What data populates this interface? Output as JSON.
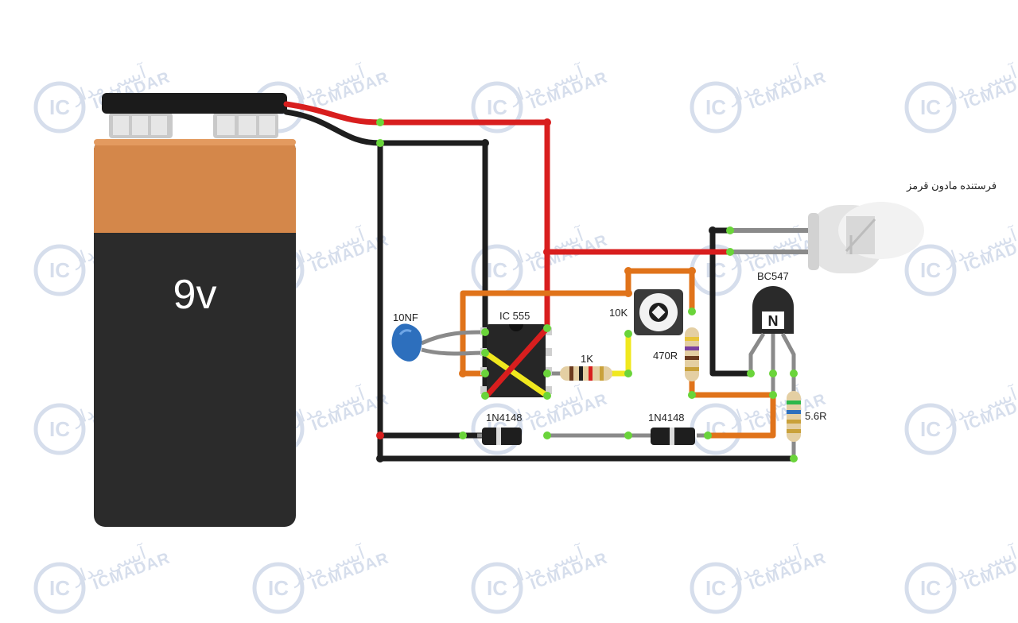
{
  "battery": {
    "voltage_label": "9v"
  },
  "labels": {
    "ic": "IC 555",
    "capacitor": "10NF",
    "resistor_1k": "1K",
    "potentiometer": "10K",
    "resistor_470": "470R",
    "transistor": "BC547",
    "resistor_56": "5.6R",
    "diode_1": "1N4148",
    "diode_2": "1N4148",
    "ir_led": "فرستنده مادون قرمز",
    "transistor_marking": "N"
  },
  "watermark": {
    "brand_en": "ICMADAR",
    "brand_fa": "آیسی مدار",
    "logo_text": "IC"
  },
  "colors": {
    "battery_top": "#d4874a",
    "battery_bottom": "#2b2b2b",
    "wire_red": "#d81e1e",
    "wire_black": "#1e1e1e",
    "wire_orange": "#e0731a",
    "wire_yellow": "#f0e81e",
    "wire_gray": "#8a8a8a",
    "joint_green": "#6ad43a",
    "watermark": "#c9d3e6"
  }
}
